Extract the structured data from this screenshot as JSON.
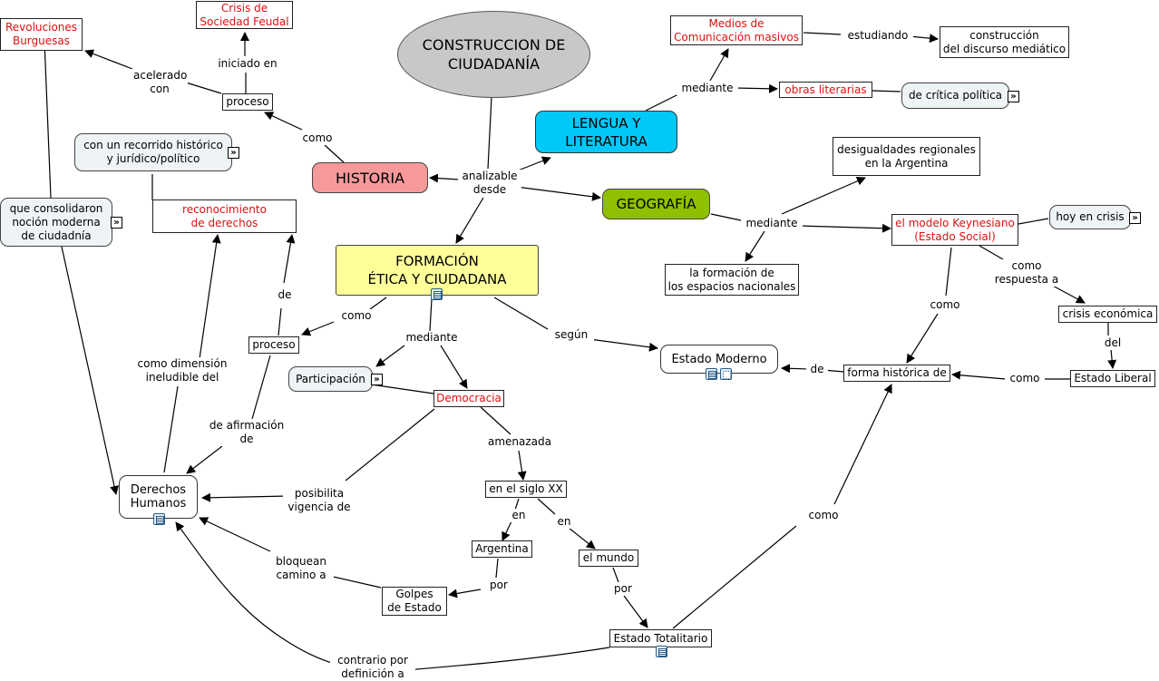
{
  "map": {
    "central": "CONSTRUCCION DE\nCIUDADANÍA",
    "historia": "HISTORIA",
    "lengua": "LENGUA Y\nLITERATURA",
    "geografia": "GEOGRAFÍA",
    "formacion": "FORMACIÓN\nÉTICA Y CIUDADANA",
    "revoluciones": "Revoluciones\nBurguesas",
    "crisis_feudal": "Crisis de\nSociedad Feudal",
    "proceso_top": "proceso",
    "recorrido": "con un recorrido histórico\ny jurídico/político",
    "reconocimiento": "reconocimiento\nde derechos",
    "consolidaron": "que consolidaron\nnoción moderna\nde ciudadnía",
    "medios": "Medios de\nComunicación masivos",
    "construccion_discurso": "construcción\ndel discurso mediático",
    "obras": "obras literarias",
    "critica": "de crítica política",
    "desigualdades": "desigualdades regionales\nen la Argentina",
    "keynesiano": "el modelo Keynesiano\n(Estado Social)",
    "hoy_crisis": "hoy en crisis",
    "espacios": "la formación de\nlos espacios nacionales",
    "crisis_economica": "crisis económica",
    "estado_liberal": "Estado Liberal",
    "forma_historica": "forma histórica de",
    "estado_moderno": "Estado Moderno",
    "proceso_mid": "proceso",
    "participacion": "Participación",
    "democracia": "Democracia",
    "derechos_humanos": "Derechos\nHumanos",
    "siglo_xx": "en el siglo XX",
    "argentina": "Argentina",
    "el_mundo": "el mundo",
    "golpes": "Golpes\nde Estado",
    "estado_totalitario": "Estado Totalitario"
  },
  "links": {
    "acelerado_con": "acelerado\ncon",
    "iniciado_en": "iniciado en",
    "como_historia": "como",
    "analizable_desde": "analizable\ndesde",
    "mediante_lengua": "mediante",
    "estudiando": "estudiando",
    "mediante_geo": "mediante",
    "como_respuesta": "como\nrespuesta a",
    "del": "del",
    "como_keynes": "como",
    "como_liberal": "como",
    "de_moderno": "de",
    "segun": "según",
    "mediante_fec": "mediante",
    "como_fec": "como",
    "de_proceso": "de",
    "como_dimension": "como dimensión\nineludible del",
    "de_afirmacion": "de afirmación\nde",
    "posibilita": "posibilita\nvigencia de",
    "amenazada": "amenazada",
    "en_a": "en",
    "en_b": "en",
    "por_a": "por",
    "por_b": "por",
    "bloquean": "bloquean\ncamino a",
    "contrario": "contrario por\ndefinición a",
    "como_totalitario": "como"
  },
  "colors": {
    "central": "#c8c8c8",
    "historia": "#f5999a",
    "lengua": "#00c8f8",
    "geografia": "#8ec000",
    "formacion": "#ffff99",
    "accent_red": "#e01010",
    "pale_node": "#eef3f5"
  }
}
